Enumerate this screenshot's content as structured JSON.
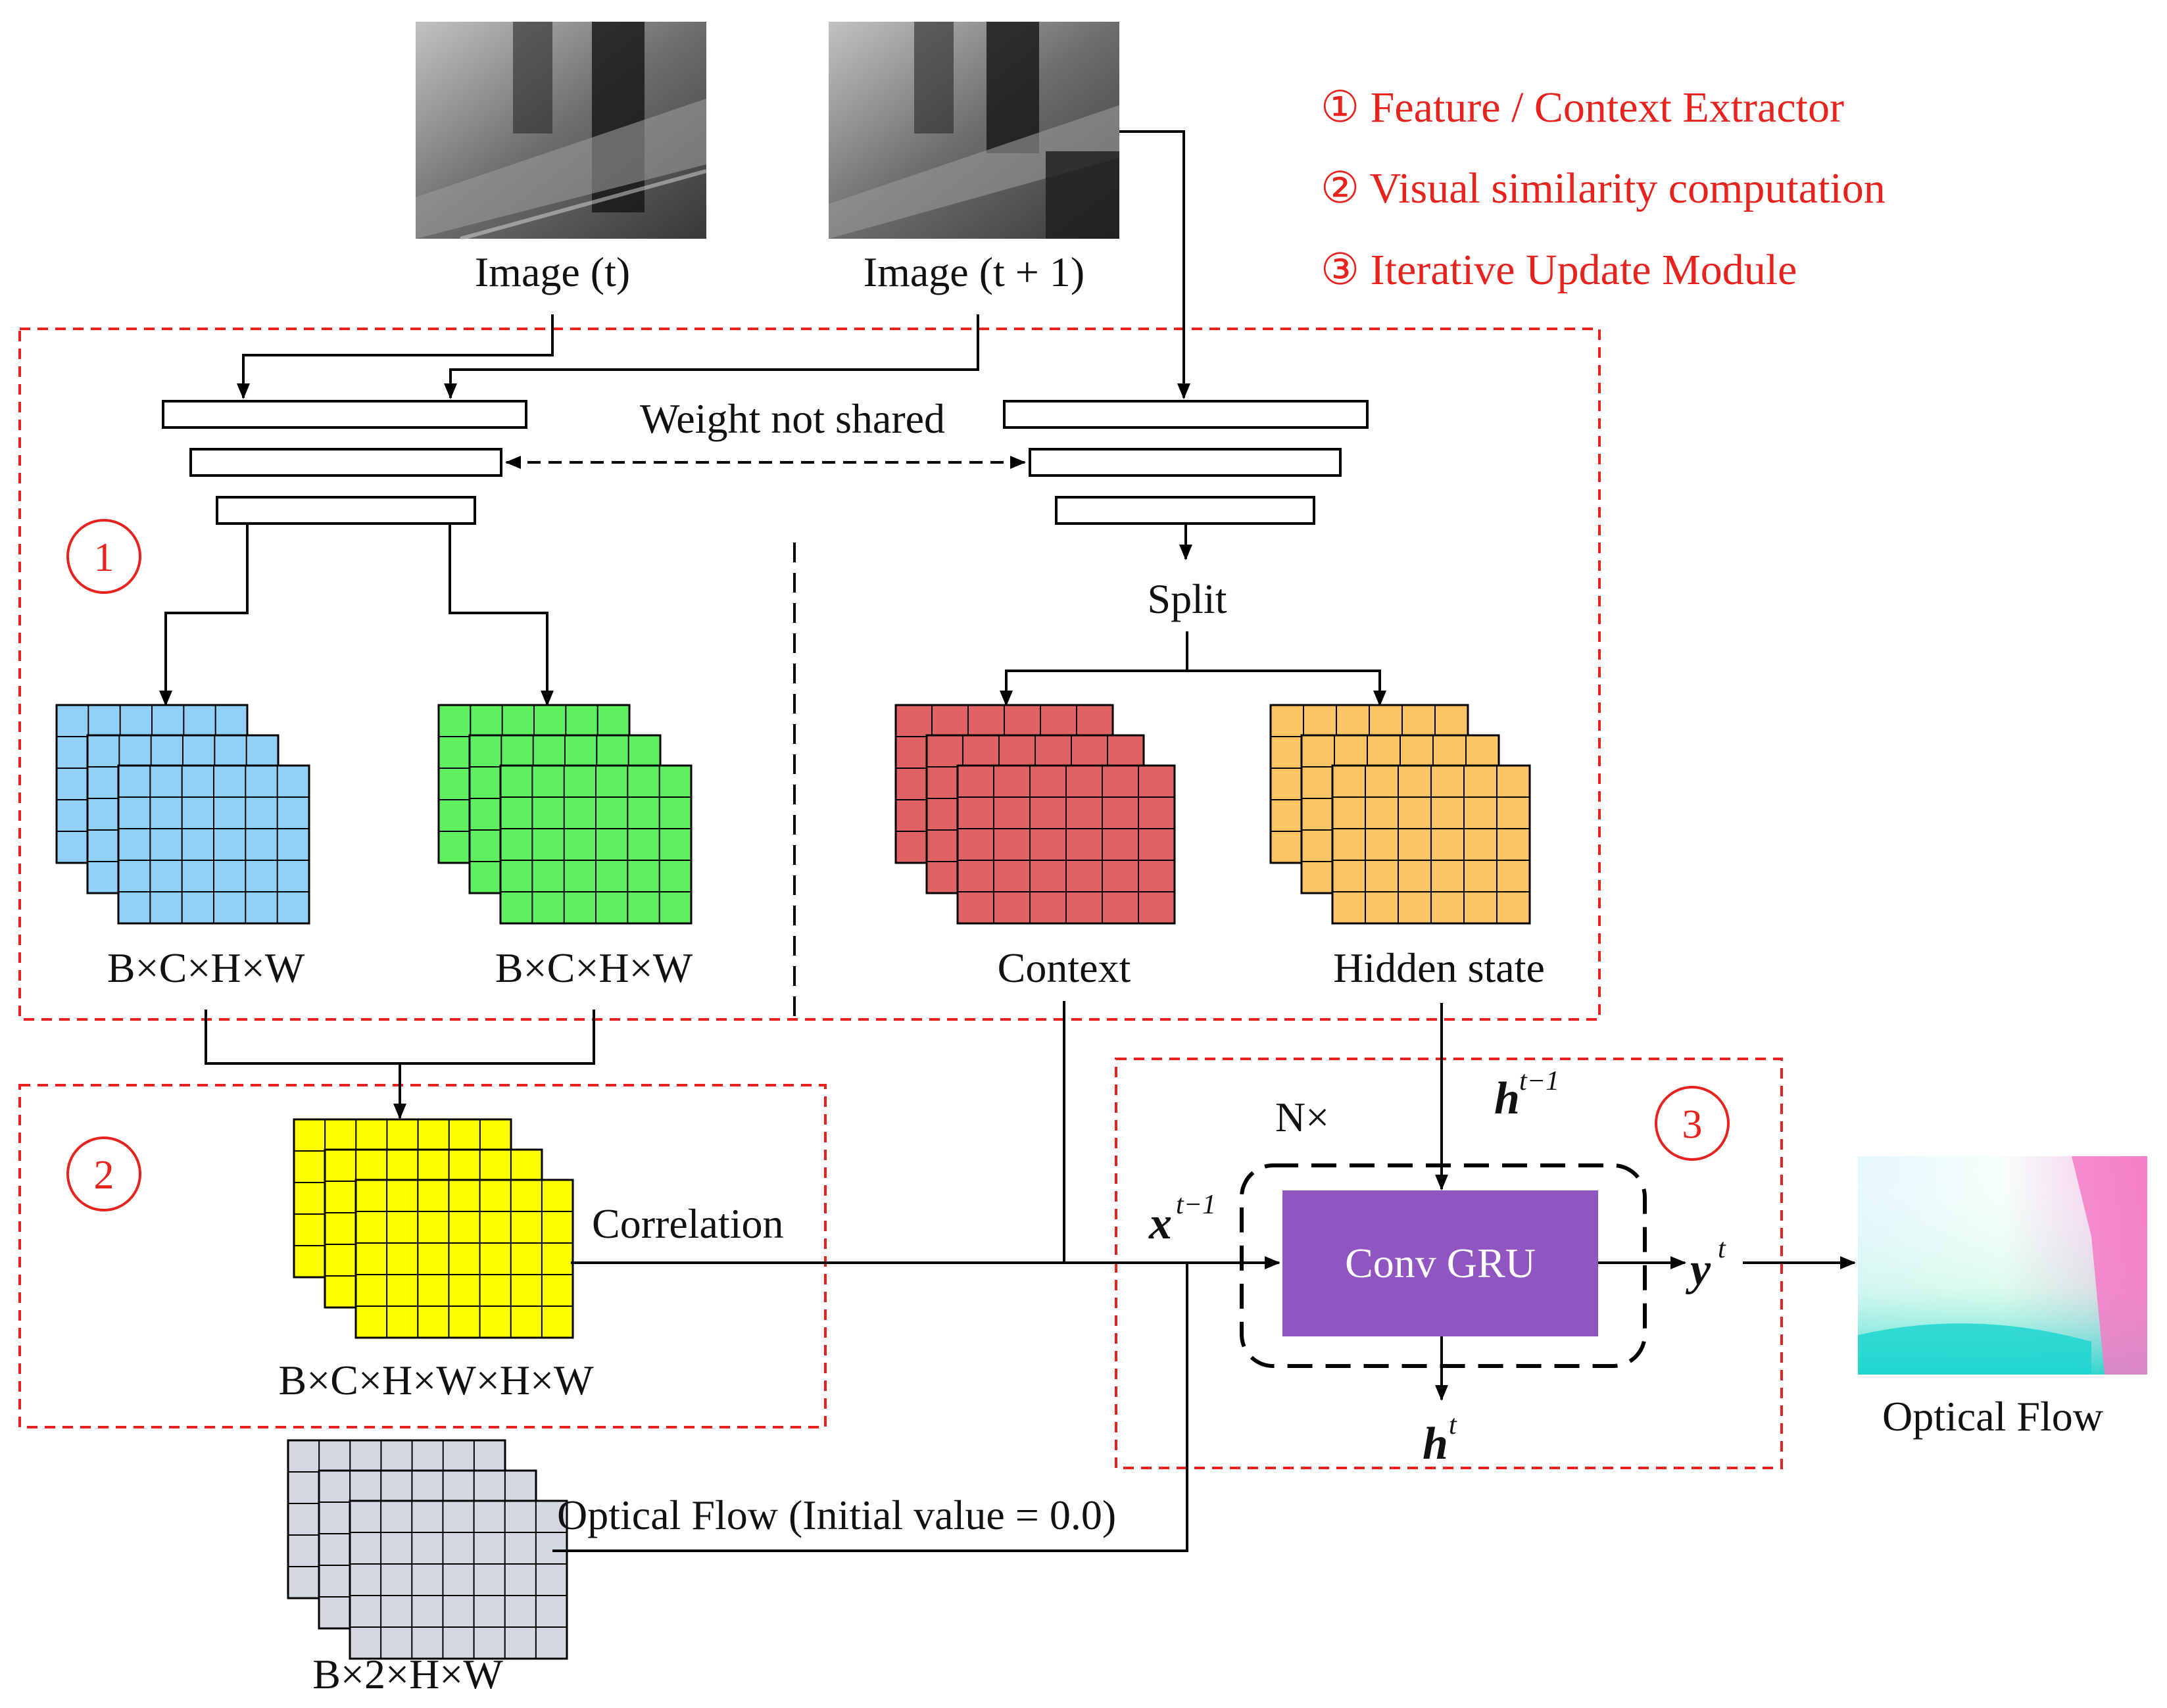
{
  "legend": {
    "item1": "① Feature / Context Extractor",
    "item2": "② Visual similarity computation",
    "item3": "③ Iterative Update Module"
  },
  "region_numbers": {
    "one": "1",
    "two": "2",
    "three": "3"
  },
  "inputs": {
    "image_t": "Image (t)",
    "image_t1": "Image (t + 1)"
  },
  "encoder": {
    "weight_note": "Weight not shared",
    "split": "Split"
  },
  "features": {
    "fmap1_dims": "B×C×H×W",
    "fmap2_dims": "B×C×H×W",
    "context": "Context",
    "hidden": "Hidden state"
  },
  "correlation": {
    "label": "Correlation",
    "dims": "B×C×H×W×H×W"
  },
  "flow_init": {
    "label": "Optical Flow (Initial value = 0.0)",
    "dims": "B×2×H×W"
  },
  "update": {
    "repeat": "N×",
    "gru": "Conv GRU",
    "h_prev": "h",
    "h_prev_sup": "t−1",
    "x_prev": "x",
    "x_prev_sup": "t−1",
    "h_next": "h",
    "h_next_sup": "t",
    "y": "y",
    "y_sup": "t"
  },
  "output": {
    "label": "Optical Flow"
  },
  "colors": {
    "fmap1": "#91d0f8",
    "fmap2": "#5ff05f",
    "context": "#df6363",
    "hidden": "#fdc465",
    "correlation": "#ffff00",
    "flow_init": "#d4d8e3",
    "gru": "#9055c0",
    "dash": "#e8231e"
  }
}
